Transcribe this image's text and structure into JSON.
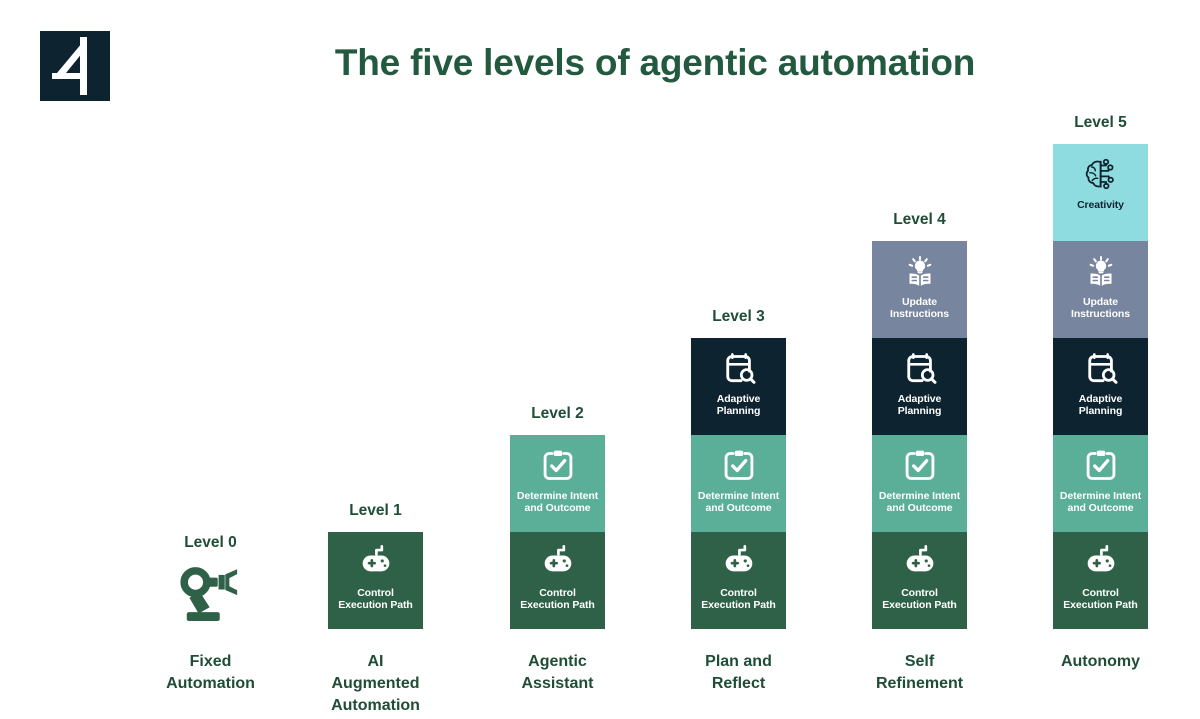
{
  "brand": {
    "logo_alt": "4"
  },
  "header": {
    "title": "The five levels of agentic automation"
  },
  "palette": {
    "title_green": "#23593E",
    "label_green": "#1F4D36",
    "creativity": "#8FDCE0",
    "update_instructions": "#78859E",
    "adaptive_planning": "#0D2430",
    "determine_intent": "#5BAE98",
    "control_execution": "#2F6148",
    "background": "#FFFFFF"
  },
  "band_labels": {
    "creativity": "Creativity",
    "update": "Update\nInstructions",
    "adaptive": "Adaptive\nPlanning",
    "determine": "Determine Intent\nand Outcome",
    "control": "Control\nExecution Path"
  },
  "columns": [
    {
      "level_label": "Level 0",
      "caption": "Fixed\nAutomation",
      "icon": "robot-arm-icon",
      "bands": []
    },
    {
      "level_label": "Level 1",
      "caption": "AI\nAugmented\nAutomation",
      "bands": [
        {
          "key": "control",
          "label": "Control\nExecution Path",
          "icon": "gamepad-icon",
          "color": "#2F6148"
        }
      ]
    },
    {
      "level_label": "Level 2",
      "caption": "Agentic\nAssistant",
      "bands": [
        {
          "key": "determine",
          "label": "Determine Intent\nand Outcome",
          "icon": "clipboard-check-icon",
          "color": "#5BAE98"
        },
        {
          "key": "control",
          "label": "Control\nExecution Path",
          "icon": "gamepad-icon",
          "color": "#2F6148"
        }
      ]
    },
    {
      "level_label": "Level 3",
      "caption": "Plan and\nReflect",
      "bands": [
        {
          "key": "adaptive",
          "label": "Adaptive\nPlanning",
          "icon": "calendar-search-icon",
          "color": "#0D2430"
        },
        {
          "key": "determine",
          "label": "Determine Intent\nand Outcome",
          "icon": "clipboard-check-icon",
          "color": "#5BAE98"
        },
        {
          "key": "control",
          "label": "Control\nExecution Path",
          "icon": "gamepad-icon",
          "color": "#2F6148"
        }
      ]
    },
    {
      "level_label": "Level 4",
      "caption": "Self\nRefinement",
      "bands": [
        {
          "key": "update",
          "label": "Update\nInstructions",
          "icon": "book-lightbulb-icon",
          "color": "#78859E"
        },
        {
          "key": "adaptive",
          "label": "Adaptive\nPlanning",
          "icon": "calendar-search-icon",
          "color": "#0D2430"
        },
        {
          "key": "determine",
          "label": "Determine Intent\nand Outcome",
          "icon": "clipboard-check-icon",
          "color": "#5BAE98"
        },
        {
          "key": "control",
          "label": "Control\nExecution Path",
          "icon": "gamepad-icon",
          "color": "#2F6148"
        }
      ]
    },
    {
      "level_label": "Level 5",
      "caption": "Autonomy",
      "bands": [
        {
          "key": "creativity",
          "label": "Creativity",
          "icon": "brain-circuit-icon",
          "color": "#8FDCE0"
        },
        {
          "key": "update",
          "label": "Update\nInstructions",
          "icon": "book-lightbulb-icon",
          "color": "#78859E"
        },
        {
          "key": "adaptive",
          "label": "Adaptive\nPlanning",
          "icon": "calendar-search-icon",
          "color": "#0D2430"
        },
        {
          "key": "determine",
          "label": "Determine Intent\nand Outcome",
          "icon": "clipboard-check-icon",
          "color": "#5BAE98"
        },
        {
          "key": "control",
          "label": "Control\nExecution Path",
          "icon": "gamepad-icon",
          "color": "#2F6148"
        }
      ]
    }
  ]
}
